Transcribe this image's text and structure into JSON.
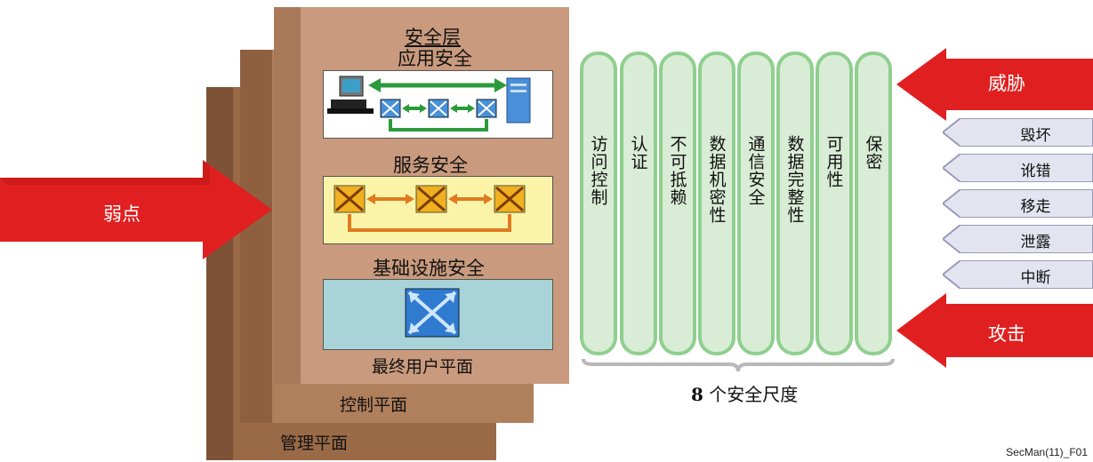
{
  "planes": {
    "management": "管理平面",
    "control": "控制平面",
    "end_user": "最终用户平面"
  },
  "layers": {
    "title": "安全层",
    "application": "应用安全",
    "services": "服务安全",
    "infrastructure": "基础设施安全"
  },
  "vulnerabilities": "弱点",
  "threats": {
    "title": "威胁",
    "items": [
      "毁坏",
      "讹错",
      "移走",
      "泄露",
      "中断"
    ]
  },
  "attacks": "攻击",
  "dimensions": {
    "items": [
      "访问控制",
      "认证",
      "不可抵赖",
      "数据机密性",
      "通信安全",
      "数据完整性",
      "可用性",
      "保密"
    ],
    "caption_number": "8",
    "caption_text": "个安全尺度"
  },
  "figure_id": "SecMan(11)_F01",
  "colors": {
    "arrow_red": "#e02020",
    "dimension_fill": "#d9ecd6",
    "dimension_border": "#8fcf8f",
    "threat_item_fill": "#e4e4f0"
  }
}
